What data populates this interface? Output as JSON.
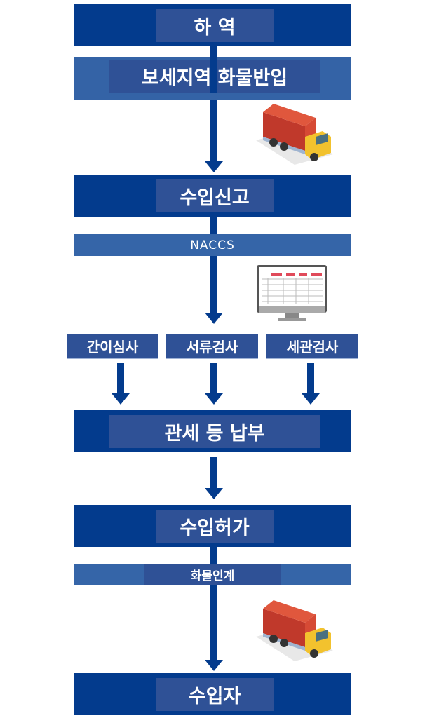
{
  "steps": {
    "unloading": "하 역",
    "bonded_area": "보세지역 화물반입",
    "import_declaration": "수입신고",
    "naccs": "NACCS",
    "simple_review": "간이심사",
    "document_review": "서류검사",
    "customs_inspection": "세관검사",
    "duty_payment": "관세 등 납부",
    "import_permit": "수입허가",
    "cargo_handover": "화물인계",
    "importer": "수입자"
  },
  "colors": {
    "dark": "#033b8d",
    "inner": "#2f5196",
    "light": "#3463a6"
  }
}
